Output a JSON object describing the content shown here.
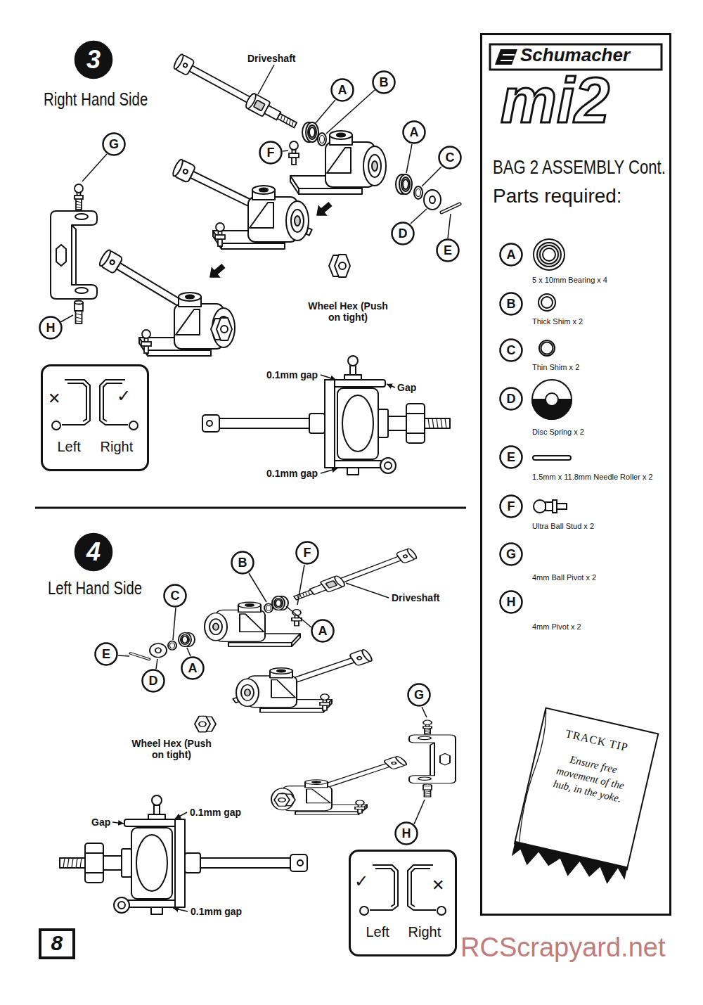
{
  "diagram": {
    "nodes": [
      {
        "text": [
          "3"
        ]
      },
      {
        "text": [
          "G"
        ]
      },
      {
        "text": [
          "A"
        ]
      },
      {
        "text": [
          "B"
        ]
      },
      {
        "text": [
          "F"
        ]
      },
      {
        "text": [
          "A"
        ]
      },
      {
        "text": [
          "C"
        ]
      },
      {
        "text": [
          "D"
        ]
      },
      {
        "text": [
          "E"
        ]
      },
      {
        "text": [
          "H"
        ]
      },
      {
        "text": [
          "✕",
          "✓",
          "Left",
          "Right"
        ]
      },
      {
        "text": [
          "4"
        ]
      },
      {
        "text": [
          "B"
        ]
      },
      {
        "text": [
          "F"
        ]
      },
      {
        "text": [
          "C"
        ]
      },
      {
        "text": [
          "A"
        ]
      },
      {
        "text": [
          "E"
        ]
      },
      {
        "text": [
          "A"
        ]
      },
      {
        "text": [
          "D"
        ]
      },
      {
        "text": [
          "G"
        ]
      },
      {
        "text": [
          "H"
        ]
      },
      {
        "text": [
          "✓",
          "✕",
          "Left",
          "Right"
        ]
      },
      {
        "text": [
          "8"
        ]
      },
      {
        "text": [
          "BAG 2 ASSEMBLY Cont.",
          "Parts required:"
        ]
      },
      {
        "text": [
          "A",
          "5 x 10mm Bearing x 4"
        ],
        "in": 23
      },
      {
        "text": [
          "B",
          "Thick Shim x 2"
        ],
        "in": 23
      },
      {
        "text": [
          "C",
          "Thin Shim x 2"
        ],
        "in": 23
      },
      {
        "text": [
          "D",
          "Disc Spring x 2"
        ],
        "in": 23
      },
      {
        "text": [
          "E",
          "1.5mm x 11.8mm Needle Roller x 2"
        ],
        "in": 23
      },
      {
        "text": [
          "F",
          "Ultra Ball Stud x 2"
        ],
        "in": 23
      },
      {
        "text": [
          "G",
          "4mm Ball Pivot x 2"
        ],
        "in": 23
      },
      {
        "text": [
          "H",
          "4mm Pivot x 2"
        ],
        "in": 23
      },
      {
        "text": [
          "TRACK TIP",
          "Ensure free movement of the hub, in the yoke."
        ],
        "in": 23
      }
    ],
    "labels": [
      "Right Hand Side",
      "Driveshaft",
      "Wheel Hex (Push on tight)",
      "0.1mm gap",
      "Gap",
      "0.1mm gap",
      "Left Hand Side",
      "Driveshaft",
      "Wheel Hex (Push on tight)",
      "Gap",
      "0.1mm gap",
      "0.1mm gap",
      "Schumacher",
      "mi2",
      "RCScrapyard.net"
    ]
  }
}
